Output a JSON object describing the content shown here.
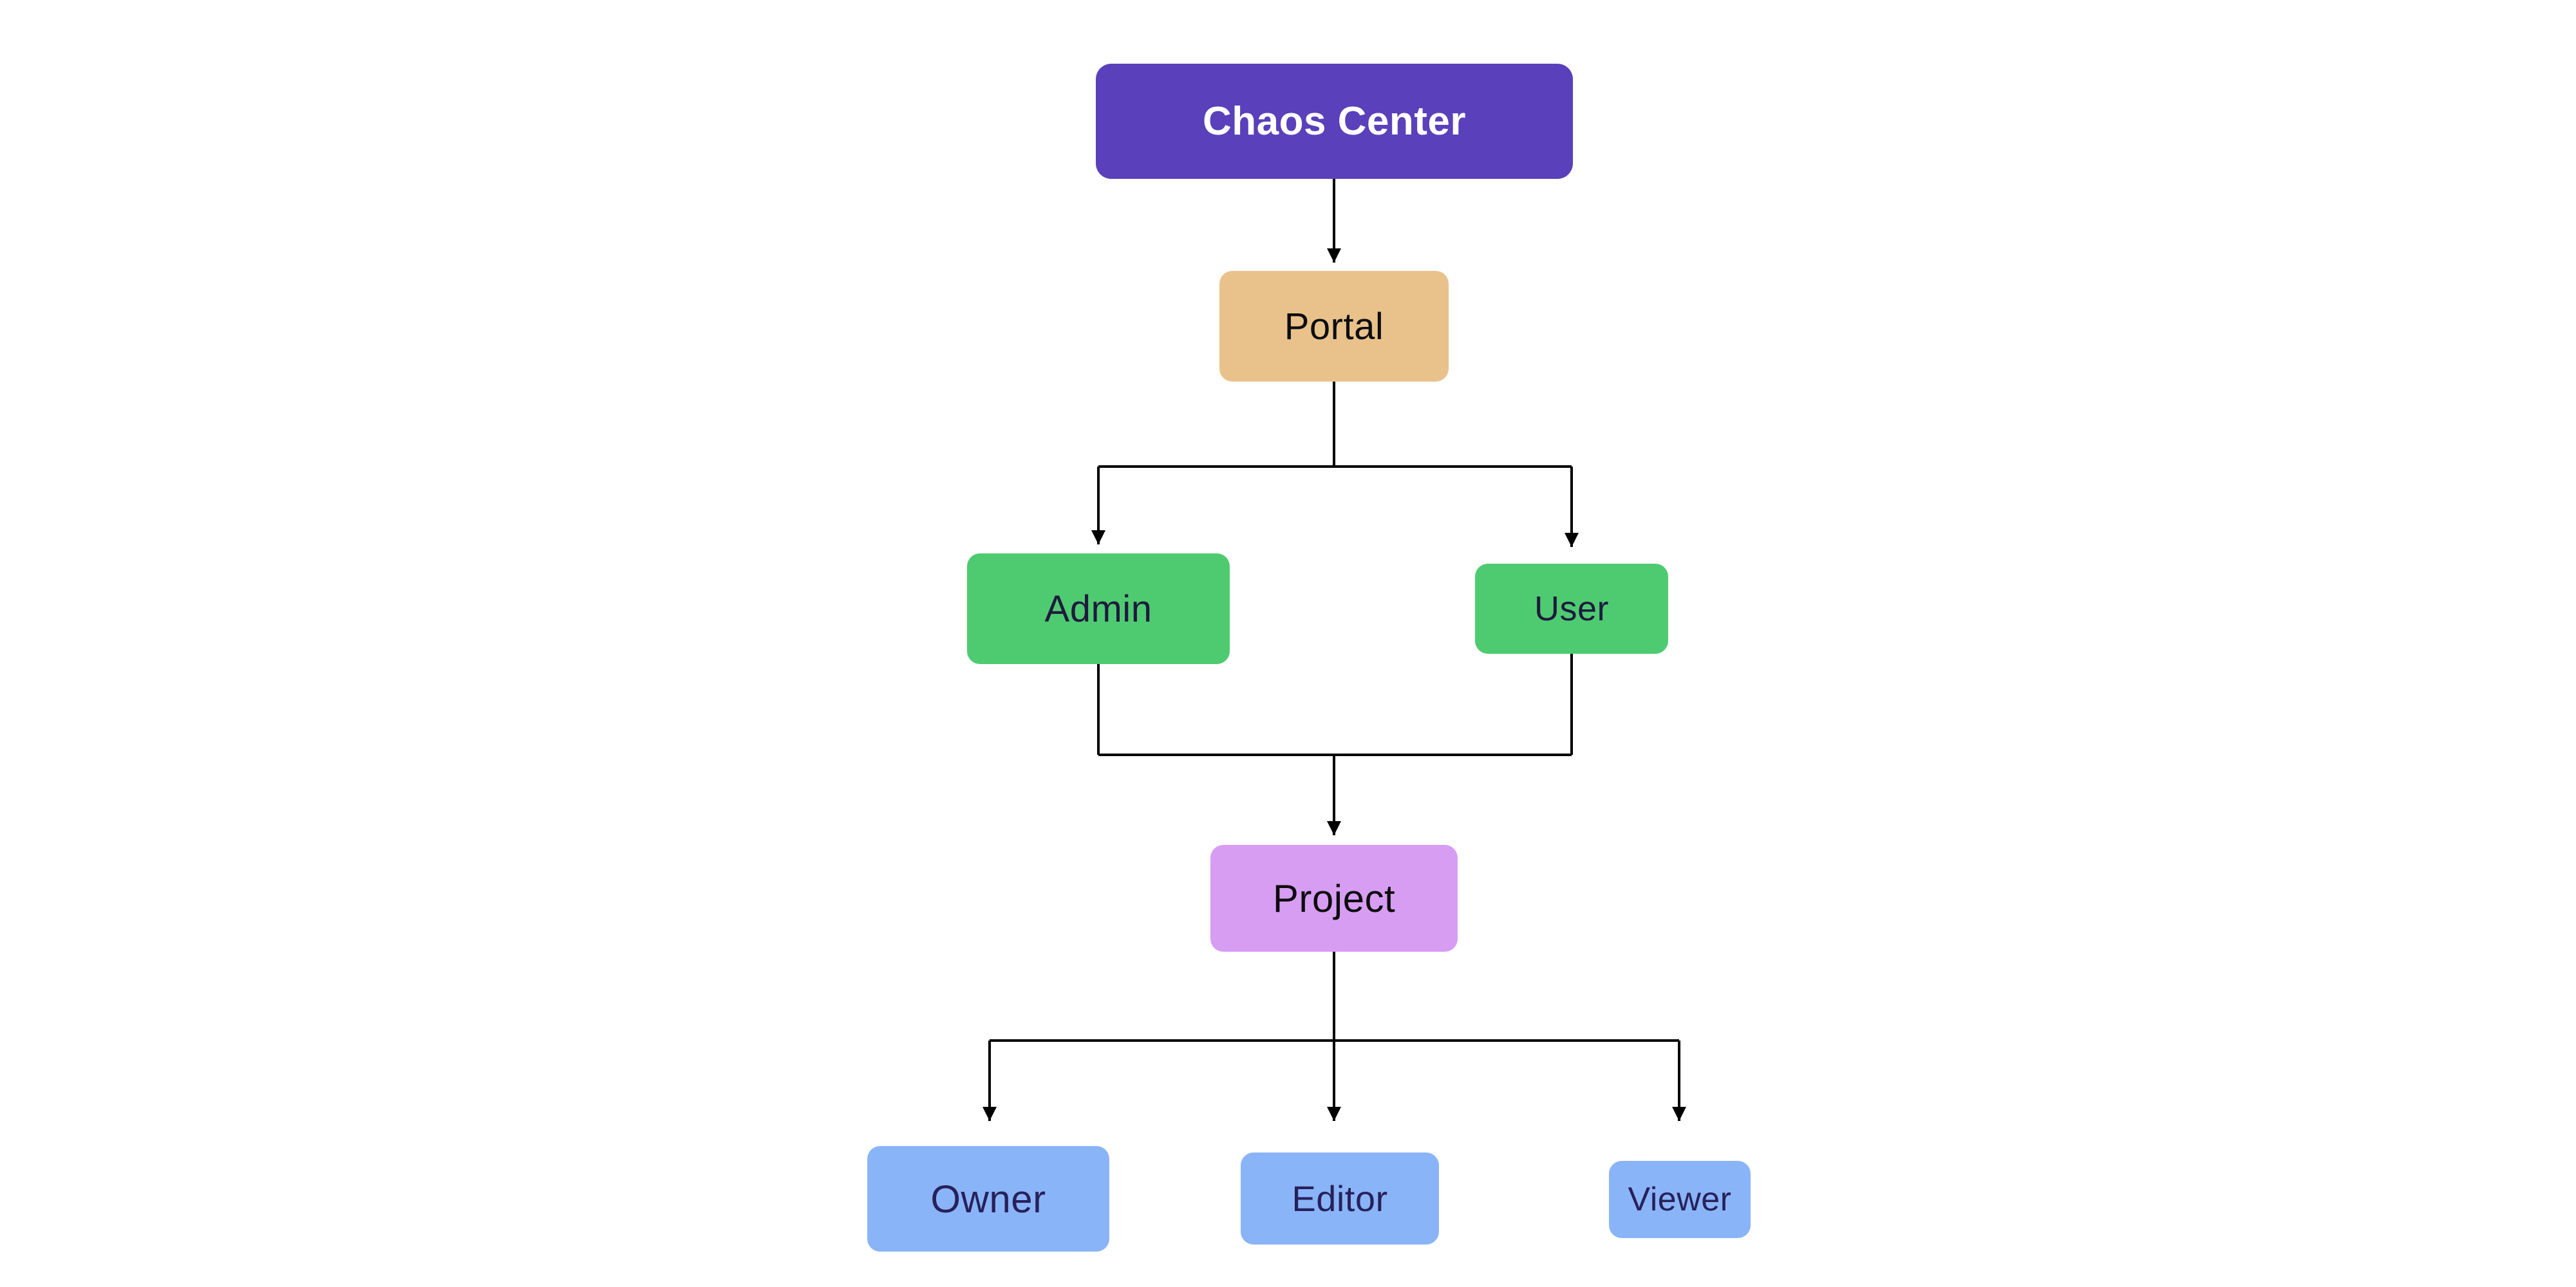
{
  "diagram": {
    "background": "#ffffff",
    "line_color": "#000000",
    "nodes": {
      "chaos_center": {
        "label": "Chaos Center",
        "bg": "#5a40ba",
        "text_color": "#ffffff"
      },
      "portal": {
        "label": "Portal",
        "bg": "#e9c28b",
        "text_color": "#0d0d0d"
      },
      "admin": {
        "label": "Admin",
        "bg": "#4ecb71",
        "text_color": "#1f1a3d"
      },
      "user": {
        "label": "User",
        "bg": "#4ecb71",
        "text_color": "#1f1a3d"
      },
      "project": {
        "label": "Project",
        "bg": "#d79df3",
        "text_color": "#0d0d0d"
      },
      "owner": {
        "label": "Owner",
        "bg": "#8ab4f8",
        "text_color": "#27215a"
      },
      "editor": {
        "label": "Editor",
        "bg": "#8ab4f8",
        "text_color": "#27215a"
      },
      "viewer": {
        "label": "Viewer",
        "bg": "#8ab4f8",
        "text_color": "#27215a"
      }
    },
    "edges": [
      {
        "from": "Chaos Center",
        "to": "Portal"
      },
      {
        "from": "Portal",
        "to": "Admin"
      },
      {
        "from": "Portal",
        "to": "User"
      },
      {
        "from": "Admin",
        "to": "Project"
      },
      {
        "from": "User",
        "to": "Project"
      },
      {
        "from": "Project",
        "to": "Owner"
      },
      {
        "from": "Project",
        "to": "Editor"
      },
      {
        "from": "Project",
        "to": "Viewer"
      }
    ]
  }
}
